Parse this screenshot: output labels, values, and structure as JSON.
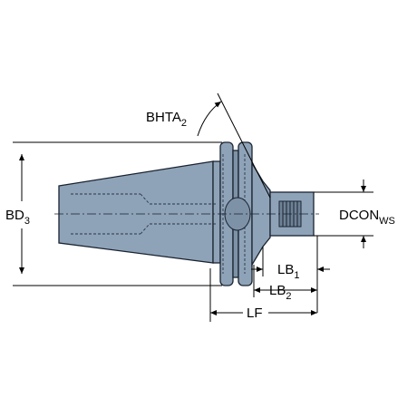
{
  "labels": {
    "bhta": {
      "main": "BHTA",
      "sub": "2"
    },
    "bd": {
      "main": "BD",
      "sub": "3"
    },
    "dcon": {
      "main": "DCON",
      "sub": "WS"
    },
    "lb1": {
      "main": "LB",
      "sub": "1"
    },
    "lb2": {
      "main": "LB",
      "sub": "2"
    },
    "lf": {
      "main": "LF"
    }
  },
  "colors": {
    "body": "#8fa3b8",
    "body_dark": "#6e8296",
    "outline": "#1a2330",
    "dim_line": "#000000",
    "background": "#ffffff"
  }
}
